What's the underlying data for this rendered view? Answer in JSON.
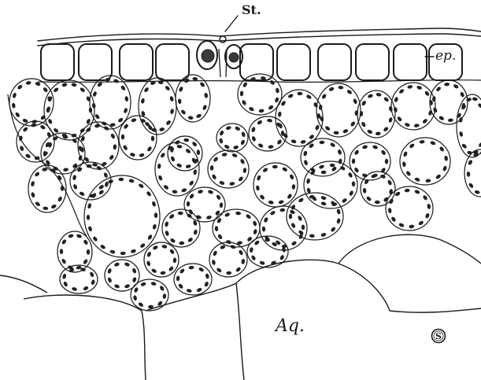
{
  "labels": {
    "stoma": "St.",
    "epidermis": "ep.",
    "aquiferous": "Aq."
  },
  "colors": {
    "ink": "#1a1a1a",
    "background": "#ffffff"
  },
  "publisher_mark": "S"
}
